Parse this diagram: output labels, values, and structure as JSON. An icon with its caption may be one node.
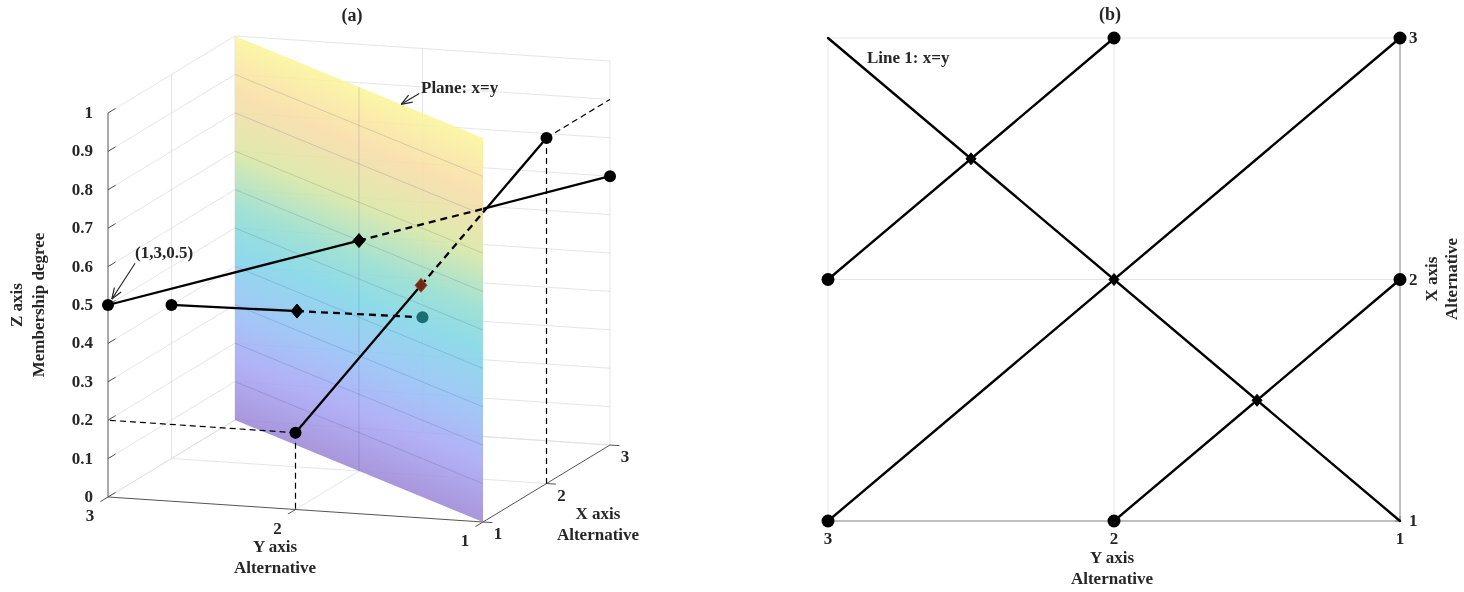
{
  "diagram": {
    "nodes": [
      {
        "text": [
          "Plane: x=y"
        ]
      },
      {
        "text": [],
        "shape": "parallelogram"
      },
      {
        "text": [
          "(1,3,0.5)"
        ]
      },
      {
        "text": [],
        "shape": "circle"
      }
    ],
    "edges": [
      {
        "from": 0,
        "to": 1,
        "arrow": "to"
      },
      {
        "from": 2,
        "to": 3,
        "arrow": "to"
      }
    ],
    "labels": [
      "(a)",
      "1",
      "0.9",
      "0.8",
      "0.7",
      "0.6",
      "0.5",
      "0.4",
      "0.3",
      "0.2",
      "0.1",
      "0",
      "Z axis",
      "Membership degree",
      "3",
      "2",
      "1",
      "Y axis",
      "Alternative",
      "1",
      "2",
      "3",
      "X axis",
      "Alternative",
      "(b)",
      "Line 1: x=y",
      "3",
      "2",
      "1",
      "X axis",
      "Alternative",
      "3",
      "2",
      "1",
      "Y axis",
      "Alternative"
    ]
  }
}
